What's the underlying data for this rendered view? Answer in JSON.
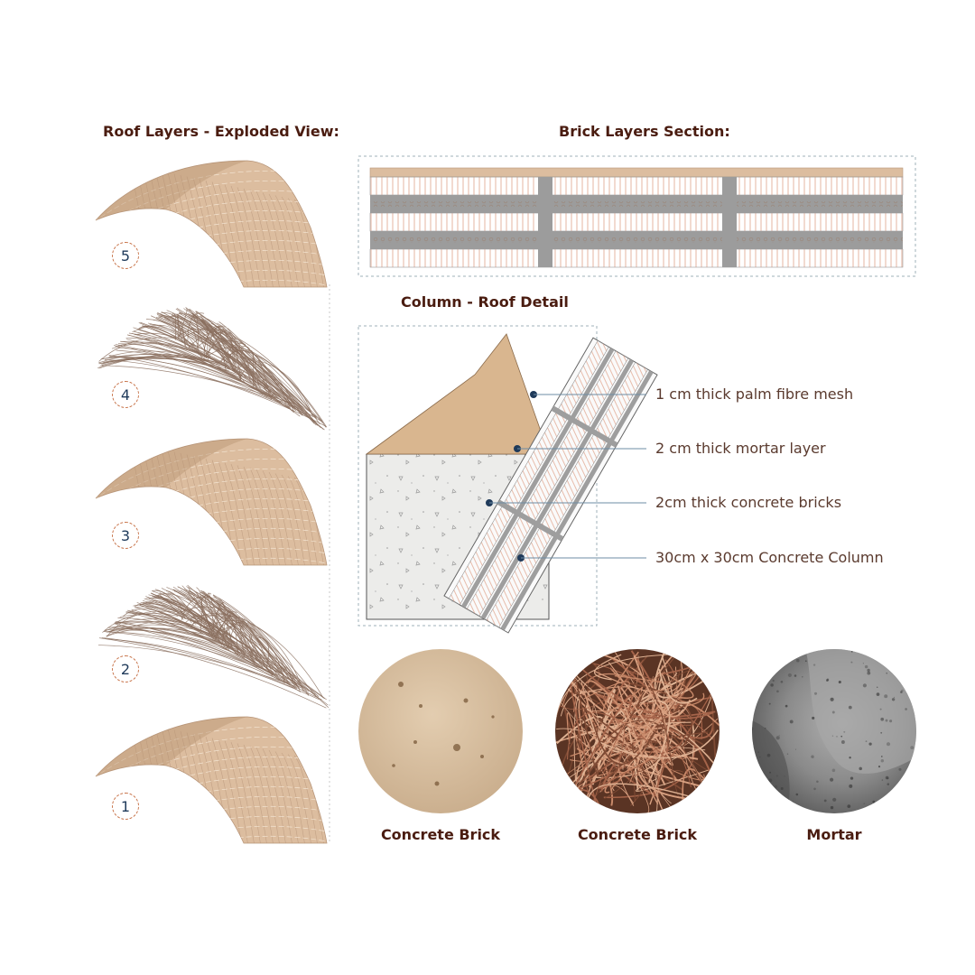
{
  "headings": {
    "roof_layers": "Roof Layers - Exploded View:",
    "brick_layers": "Brick Layers Section:",
    "column_roof": "Column - Roof Detail"
  },
  "roof_layers": [
    {
      "number": "5",
      "material": "brick"
    },
    {
      "number": "4",
      "material": "fibre"
    },
    {
      "number": "3",
      "material": "brick"
    },
    {
      "number": "2",
      "material": "fibre"
    },
    {
      "number": "1",
      "material": "brick"
    }
  ],
  "callouts": [
    "1 cm thick palm fibre mesh",
    "2 cm thick mortar layer",
    "2cm thick concrete bricks",
    "30cm x 30cm Concrete  Column"
  ],
  "swatches": [
    {
      "caption": "Concrete Brick",
      "texture": "concrete-brick"
    },
    {
      "caption": "Concrete Brick",
      "texture": "palm-fibre"
    },
    {
      "caption": "Mortar",
      "texture": "mortar"
    }
  ],
  "colors": {
    "heading": "#4a1c10",
    "brick": "#dcbd9f",
    "brick_dark": "#b8967a",
    "fibre": "#8a6e5e",
    "mortar": "#8c8c8c",
    "callout_dot": "#1f3a5a",
    "callout_line": "#6d8ca4",
    "dashed_frame": "#9fb2ba",
    "badge_border": "#c8744a"
  }
}
